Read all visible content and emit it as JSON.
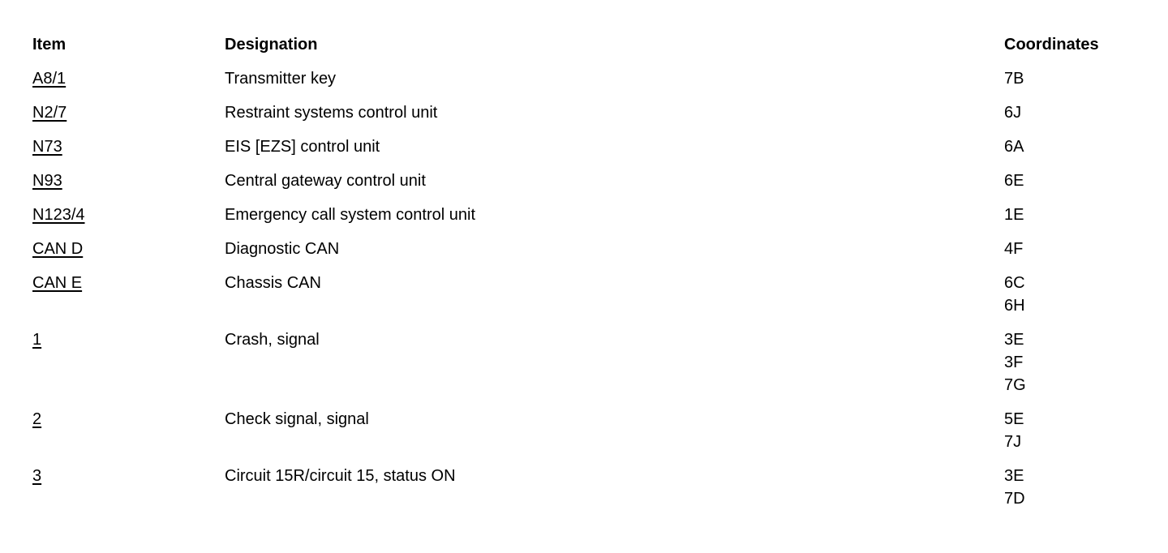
{
  "page": {
    "background_color": "#ffffff",
    "text_color": "#000000"
  },
  "table": {
    "headers": {
      "item": "Item",
      "designation": "Designation",
      "coordinates": "Coordinates"
    },
    "rows": [
      {
        "item": "A8/1",
        "designation": "Transmitter key",
        "coordinates": [
          "7B"
        ]
      },
      {
        "item": "N2/7",
        "designation": "Restraint systems control unit",
        "coordinates": [
          "6J"
        ]
      },
      {
        "item": "N73",
        "designation": "EIS [EZS] control unit",
        "coordinates": [
          "6A"
        ]
      },
      {
        "item": "N93",
        "designation": "Central gateway control unit",
        "coordinates": [
          "6E"
        ]
      },
      {
        "item": "N123/4",
        "designation": "Emergency call system control unit",
        "coordinates": [
          "1E"
        ]
      },
      {
        "item": "CAN D",
        "designation": "Diagnostic CAN",
        "coordinates": [
          "4F"
        ]
      },
      {
        "item": "CAN E",
        "designation": "Chassis CAN",
        "coordinates": [
          "6C",
          "6H"
        ]
      },
      {
        "item": "1",
        "designation": "Crash, signal",
        "coordinates": [
          "3E",
          "3F",
          "7G"
        ]
      },
      {
        "item": "2",
        "designation": "Check signal, signal",
        "coordinates": [
          "5E",
          "7J"
        ]
      },
      {
        "item": "3",
        "designation": "Circuit 15R/circuit 15, status ON",
        "coordinates": [
          "3E",
          "7D"
        ]
      }
    ]
  }
}
